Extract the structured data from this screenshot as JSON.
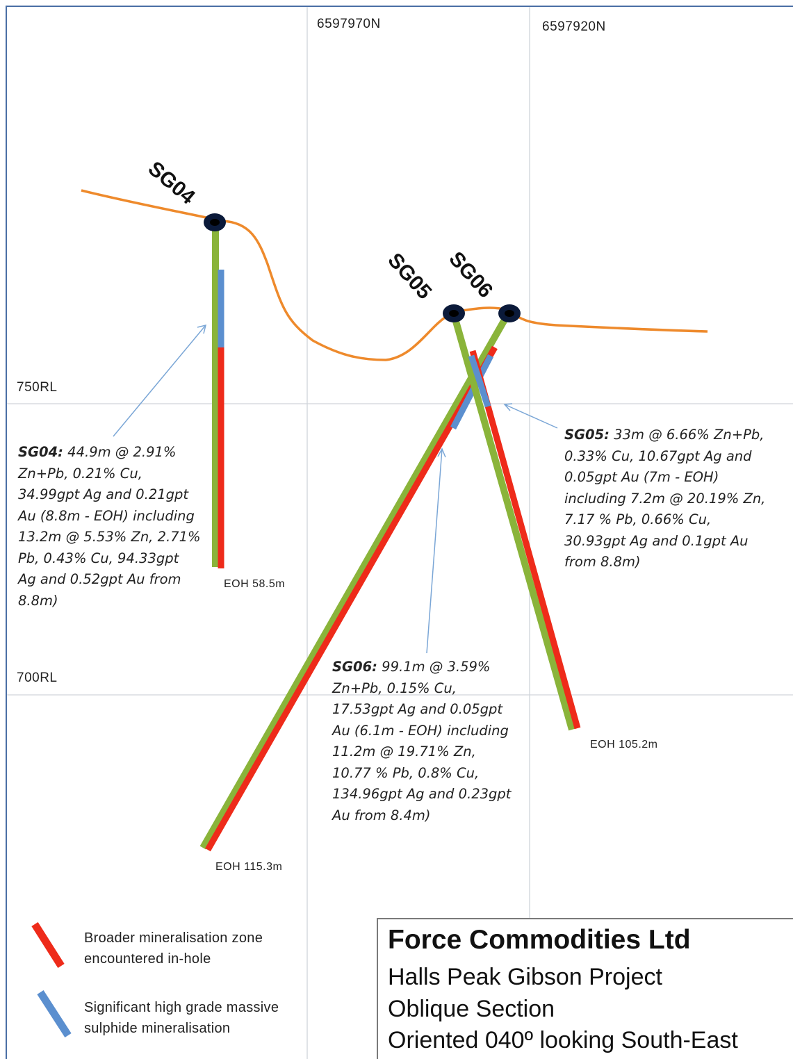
{
  "northings": [
    "6597970N",
    "6597920N"
  ],
  "rl_levels": [
    "750RL",
    "700RL"
  ],
  "holes": [
    {
      "id": "SG04",
      "eoh": "EOH 58.5m"
    },
    {
      "id": "SG05",
      "eoh": "EOH 105.2m"
    },
    {
      "id": "SG06",
      "eoh": "EOH 115.3m"
    }
  ],
  "intercepts": {
    "sg04": {
      "id": "SG04:",
      "text": [
        " 44.9m @ 2.91%",
        "Zn+Pb, 0.21% Cu,",
        "34.99gpt Ag and 0.21gpt",
        "Au (8.8m - EOH) including",
        "13.2m @ 5.53% Zn, 2.71%",
        "Pb, 0.43% Cu, 94.33gpt",
        "Ag and 0.52gpt Au from",
        "8.8m)"
      ]
    },
    "sg05": {
      "id": "SG05:",
      "text": [
        " 33m @ 6.66% Zn+Pb,",
        "0.33% Cu, 10.67gpt Ag and",
        "0.05gpt Au (7m - EOH)",
        "including 7.2m @ 20.19% Zn,",
        "7.17 % Pb, 0.66% Cu,",
        "30.93gpt Ag and 0.1gpt Au",
        "from 8.8m)"
      ]
    },
    "sg06": {
      "id": "SG06:",
      "text": [
        " 99.1m @ 3.59%",
        "Zn+Pb, 0.15% Cu,",
        "17.53gpt Ag and 0.05gpt",
        "Au (6.1m - EOH) including",
        "11.2m @ 19.71% Zn,",
        "10.77 % Pb, 0.8% Cu,",
        "134.96gpt Ag and 0.23gpt",
        "Au from 8.4m)"
      ]
    }
  },
  "legend": {
    "red": [
      "Broader mineralisation zone",
      "encountered in-hole"
    ],
    "blue": [
      "Significant high grade massive",
      "sulphide  mineralisation"
    ]
  },
  "title_box": {
    "company": "Force Commodities Ltd",
    "project": "Halls Peak Gibson Project",
    "section": "Oblique Section",
    "orientation": "Oriented 040º looking South-East"
  },
  "colors": {
    "topography": "#ee8a2c",
    "mineralisation_zone": "#ee2b1a",
    "high_grade": "#5b8fcf",
    "drillhole": "#8ab43a",
    "grid": "#d0d4da",
    "frame": "#4a6fa5"
  }
}
